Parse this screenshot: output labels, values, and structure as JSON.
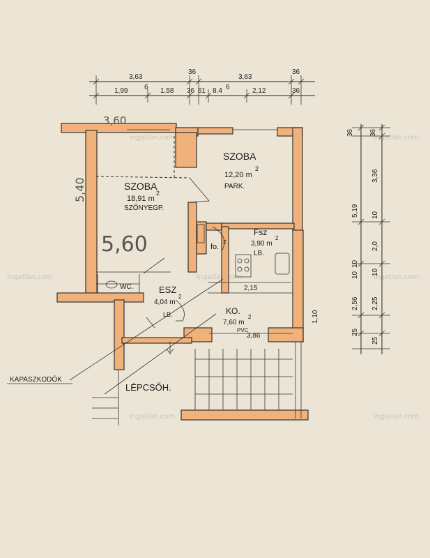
{
  "top_dimensions": {
    "row1": [
      "3,63",
      "36",
      "3,63",
      "36"
    ],
    "row2": [
      "1,99",
      "6",
      "1.58",
      "36",
      "61",
      "8.4",
      "6",
      "2,12",
      "36"
    ]
  },
  "right_dimensions": [
    "36",
    "36",
    "3,36",
    "5,19",
    "10",
    "10",
    "2,0",
    "10",
    "10",
    "2,56",
    "2,25",
    "25",
    "25"
  ],
  "rooms": {
    "room1": {
      "name": "SZOBA",
      "area": "18,91 m",
      "sup": "2",
      "note": "SZŐNYEGP."
    },
    "room2": {
      "name": "SZOBA",
      "area": "12,20 m",
      "sup": "2",
      "note": "PARK."
    },
    "bath": {
      "name": "Fsz",
      "area": "3,90 m",
      "sup": "2",
      "note": "LB."
    },
    "hall": {
      "name": "ESZ",
      "area": "4,04 m",
      "sup": "2",
      "note": "LB."
    },
    "kitchen": {
      "name": "KO.",
      "area": "7,60 m",
      "sup": "2",
      "note": "PVC"
    },
    "wc": {
      "name": "WC."
    },
    "pantry": {
      "name": "fo.",
      "sup": "2"
    },
    "stairs": {
      "name": "LÉPCSŐH."
    }
  },
  "inner_dims": {
    "width_a": "2,15",
    "width_b": "3,86",
    "height_a": "1,10"
  },
  "handwritten": {
    "top": "3,60",
    "left": "5,40",
    "room": "5,60"
  },
  "kapaszkodok": "KAPASZKODÓK",
  "watermark": "ingatlan.com",
  "colors": {
    "paper": "#ece5d6",
    "wall": "#f0b27a"
  }
}
